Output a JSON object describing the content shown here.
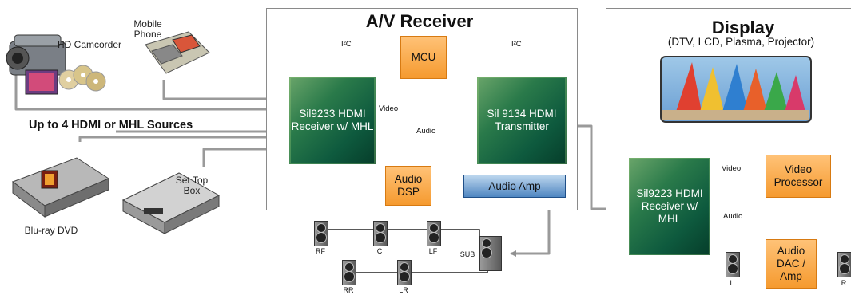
{
  "receiver": {
    "title": "A/V Receiver"
  },
  "display": {
    "title": "Display",
    "subtitle": "(DTV, LCD, Plasma, Projector)"
  },
  "sources_heading": "Up to 4 HDMI or MHL Sources",
  "devices": {
    "camcorder": "HD Camcorder",
    "phone": "Mobile Phone",
    "bluray": "Blu-ray DVD",
    "settop": "Set Top Box"
  },
  "blocks": {
    "mcu": "MCU",
    "rx_receiver": "Sil9233 HDMI Receiver w/ MHL",
    "tx": "Sil 9134 HDMI Transmitter",
    "audio_dsp": "Audio DSP",
    "audio_amp": "Audio Amp",
    "rx_display": "Sil9223 HDMI Receiver w/ MHL",
    "video_processor": "Video Processor",
    "audio_dac": "Audio DAC / Amp"
  },
  "signals": {
    "i2c_left": "I²C",
    "i2c_right": "I²C",
    "video": "Video",
    "audio": "Audio",
    "disp_video": "Video",
    "disp_audio": "Audio"
  },
  "speakers": {
    "rf": "RF",
    "c": "C",
    "lf": "LF",
    "sub": "SUB",
    "rr": "RR",
    "lr": "LR",
    "l": "L",
    "r": "R"
  },
  "colors": {
    "chip_green": "#0e5a3e",
    "block_orange": "#f59a2f",
    "amp_blue": "#4f86c1",
    "arrow_gray": "#9a9a9a"
  }
}
